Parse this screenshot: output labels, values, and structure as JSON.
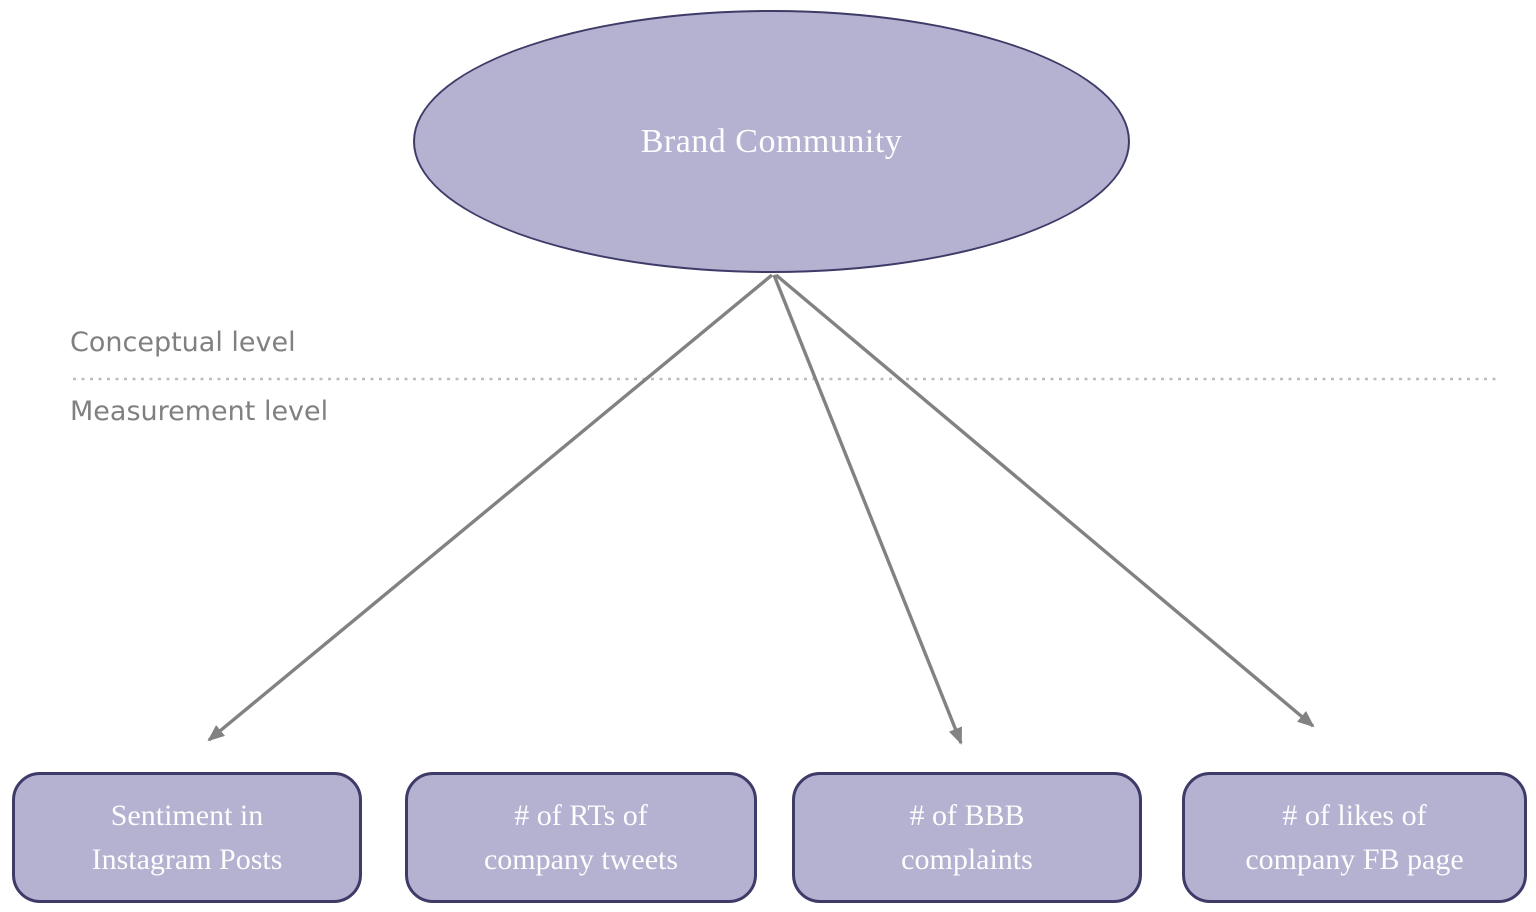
{
  "concept_node": {
    "label": "Brand Community"
  },
  "level_labels": {
    "conceptual": "Conceptual level",
    "measurement": "Measurement level"
  },
  "measure_nodes": [
    {
      "id": "sentiment-instagram",
      "line1": "Sentiment in",
      "line2": "Instagram Posts"
    },
    {
      "id": "rts-company-tweets",
      "line1": "# of RTs of",
      "line2": "company tweets"
    },
    {
      "id": "bbb-complaints",
      "line1": "# of BBB",
      "line2": "complaints"
    },
    {
      "id": "likes-company-fb",
      "line1": "# of likes of",
      "line2": "company FB page"
    }
  ],
  "edges": [
    {
      "from": "Brand Community",
      "to": "Sentiment in Instagram Posts"
    },
    {
      "from": "Brand Community",
      "to": "# of BBB complaints"
    },
    {
      "from": "Brand Community",
      "to": "# of likes of company FB page"
    }
  ],
  "colors": {
    "node_fill": "#b4b1d1",
    "node_border": "#3e3b68",
    "node_text": "#fdfdfe",
    "level_text": "#808080",
    "arrow": "#828282",
    "divider": "#bdbdbd",
    "background": "#ffffff"
  }
}
